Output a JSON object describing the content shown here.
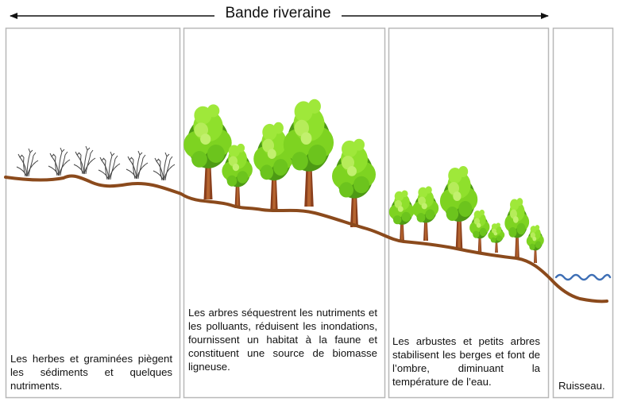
{
  "diagram": {
    "title": "Bande riveraine",
    "zones": [
      {
        "name": "herbes",
        "caption": "Les herbes et graminées piègent les sédiments et quelques nutriments."
      },
      {
        "name": "arbres",
        "caption": "Les arbres séquestrent les nutriments et les polluants, réduisent les inondations, fournissent un habitat à la faune et constituent une source de biomasse ligneuse."
      },
      {
        "name": "arbustes",
        "caption": "Les arbustes et petits arbres stabilisent les berges et font de l’ombre, diminuant la température de l’eau."
      },
      {
        "name": "ruisseau",
        "caption": "Ruisseau."
      }
    ]
  },
  "colors": {
    "ground": "#8b4a1c",
    "foliage": "#7ed321",
    "foliage_light": "#b6ec5a",
    "foliage_dark": "#4d9a14",
    "trunk": "#8a3f1c",
    "water": "#3e6fb5",
    "panel_border": "#b8b8b8",
    "grass": "#444444"
  },
  "icons": {
    "grass": "grass-tuft-icon",
    "tree": "tree-icon",
    "water": "water-wave-icon"
  }
}
